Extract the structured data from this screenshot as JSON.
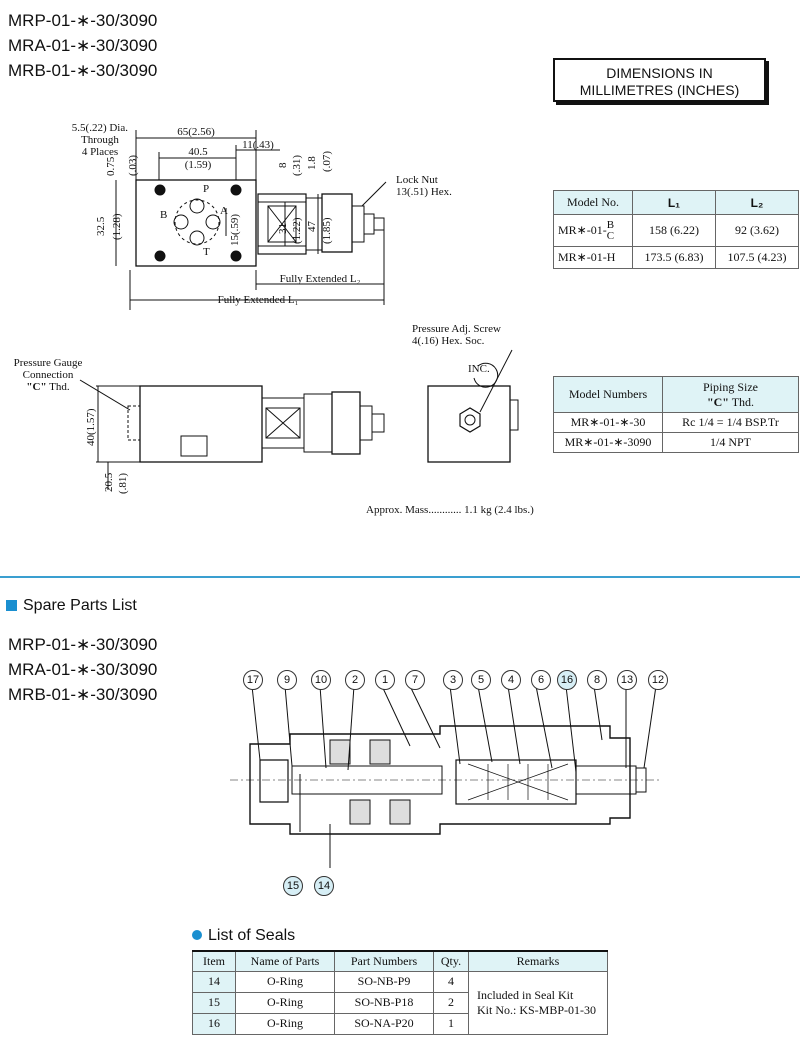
{
  "header_models": [
    "MRP-01-∗-30/3090",
    "MRA-01-∗-30/3090",
    "MRB-01-∗-30/3090"
  ],
  "dimensions_box": {
    "line1": "DIMENSIONS IN",
    "line2": "MILLIMETRES (INCHES)"
  },
  "drawing_labels": {
    "dia": "5.5(.22) Dia.",
    "through": "Through",
    "places": "4 Places",
    "d65": "65(2.56)",
    "d405": "40.5",
    "d159": "(1.59)",
    "d11": "11(.43)",
    "d075": "0.75",
    "d03": "(.03)",
    "d8": "8",
    "d31i": "(.31)",
    "d18": "1.8",
    "d07": "(.07)",
    "d325": "32.5",
    "d128": "(1.28)",
    "d15": "15(.59)",
    "d31": "31",
    "d122": "(1.22)",
    "d47": "47",
    "d185": "(1.85)",
    "port_p": "P",
    "port_b": "B",
    "port_a": "A",
    "port_t": "T",
    "locknut": "Lock Nut",
    "locknut_size": "13(.51) Hex.",
    "fully_l2": "Fully Extended L₂",
    "fully_l1": "Fully Extended L₁",
    "gauge1": "Pressure Gauge",
    "gauge2": "Connection",
    "gauge3_c": "\"C\"",
    "gauge3_rest": " Thd.",
    "d40": "40(1.57)",
    "d205": "20.5",
    "d81": "(.81)",
    "adj1": "Pressure Adj. Screw",
    "adj2": "4(.16) Hex. Soc.",
    "inc": "INC.",
    "mass": "Approx. Mass............ 1.1 kg (2.4 lbs.)"
  },
  "dim_table": {
    "headers": [
      "Model No.",
      "L₁",
      "L₂"
    ],
    "rows": [
      {
        "model": "MR∗-01-",
        "suffix_top": "B",
        "suffix_bottom": "C",
        "l1": "158 (6.22)",
        "l2": "92 (3.62)"
      },
      {
        "model": "MR∗-01-H",
        "l1": "173.5 (6.83)",
        "l2": "107.5 (4.23)"
      }
    ]
  },
  "pipe_table": {
    "header_model": "Model Numbers",
    "header_size_1": "Piping Size",
    "header_size_c": "\"C\"",
    "header_size_2": " Thd.",
    "rows": [
      {
        "model": "MR∗-01-∗-30",
        "size": "Rc 1/4 = 1/4 BSP.Tr"
      },
      {
        "model": "MR∗-01-∗-3090",
        "size": "1/4 NPT"
      }
    ]
  },
  "spare": {
    "title": "Spare Parts List",
    "models": [
      "MRP-01-∗-30/3090",
      "MRA-01-∗-30/3090",
      "MRB-01-∗-30/3090"
    ],
    "balloons_top": [
      "17",
      "9",
      "10",
      "2",
      "1",
      "7",
      "3",
      "5",
      "4",
      "6",
      "16",
      "8",
      "13",
      "12"
    ],
    "balloons_bottom": [
      "15",
      "14"
    ]
  },
  "seals": {
    "title": "List of Seals",
    "headers": [
      "Item",
      "Name of Parts",
      "Part Numbers",
      "Qty.",
      "Remarks"
    ],
    "rows": [
      {
        "item": "14",
        "name": "O-Ring",
        "part": "SO-NB-P9",
        "qty": "4"
      },
      {
        "item": "15",
        "name": "O-Ring",
        "part": "SO-NB-P18",
        "qty": "2"
      },
      {
        "item": "16",
        "name": "O-Ring",
        "part": "SO-NA-P20",
        "qty": "1"
      }
    ],
    "remarks_1": "Included in Seal Kit",
    "remarks_2": "Kit No.: KS-MBP-01-30"
  },
  "colors": {
    "accent": "#1a8fd0",
    "header_fill": "#dff3f6",
    "balloon_highlight": "#d6eef5"
  }
}
